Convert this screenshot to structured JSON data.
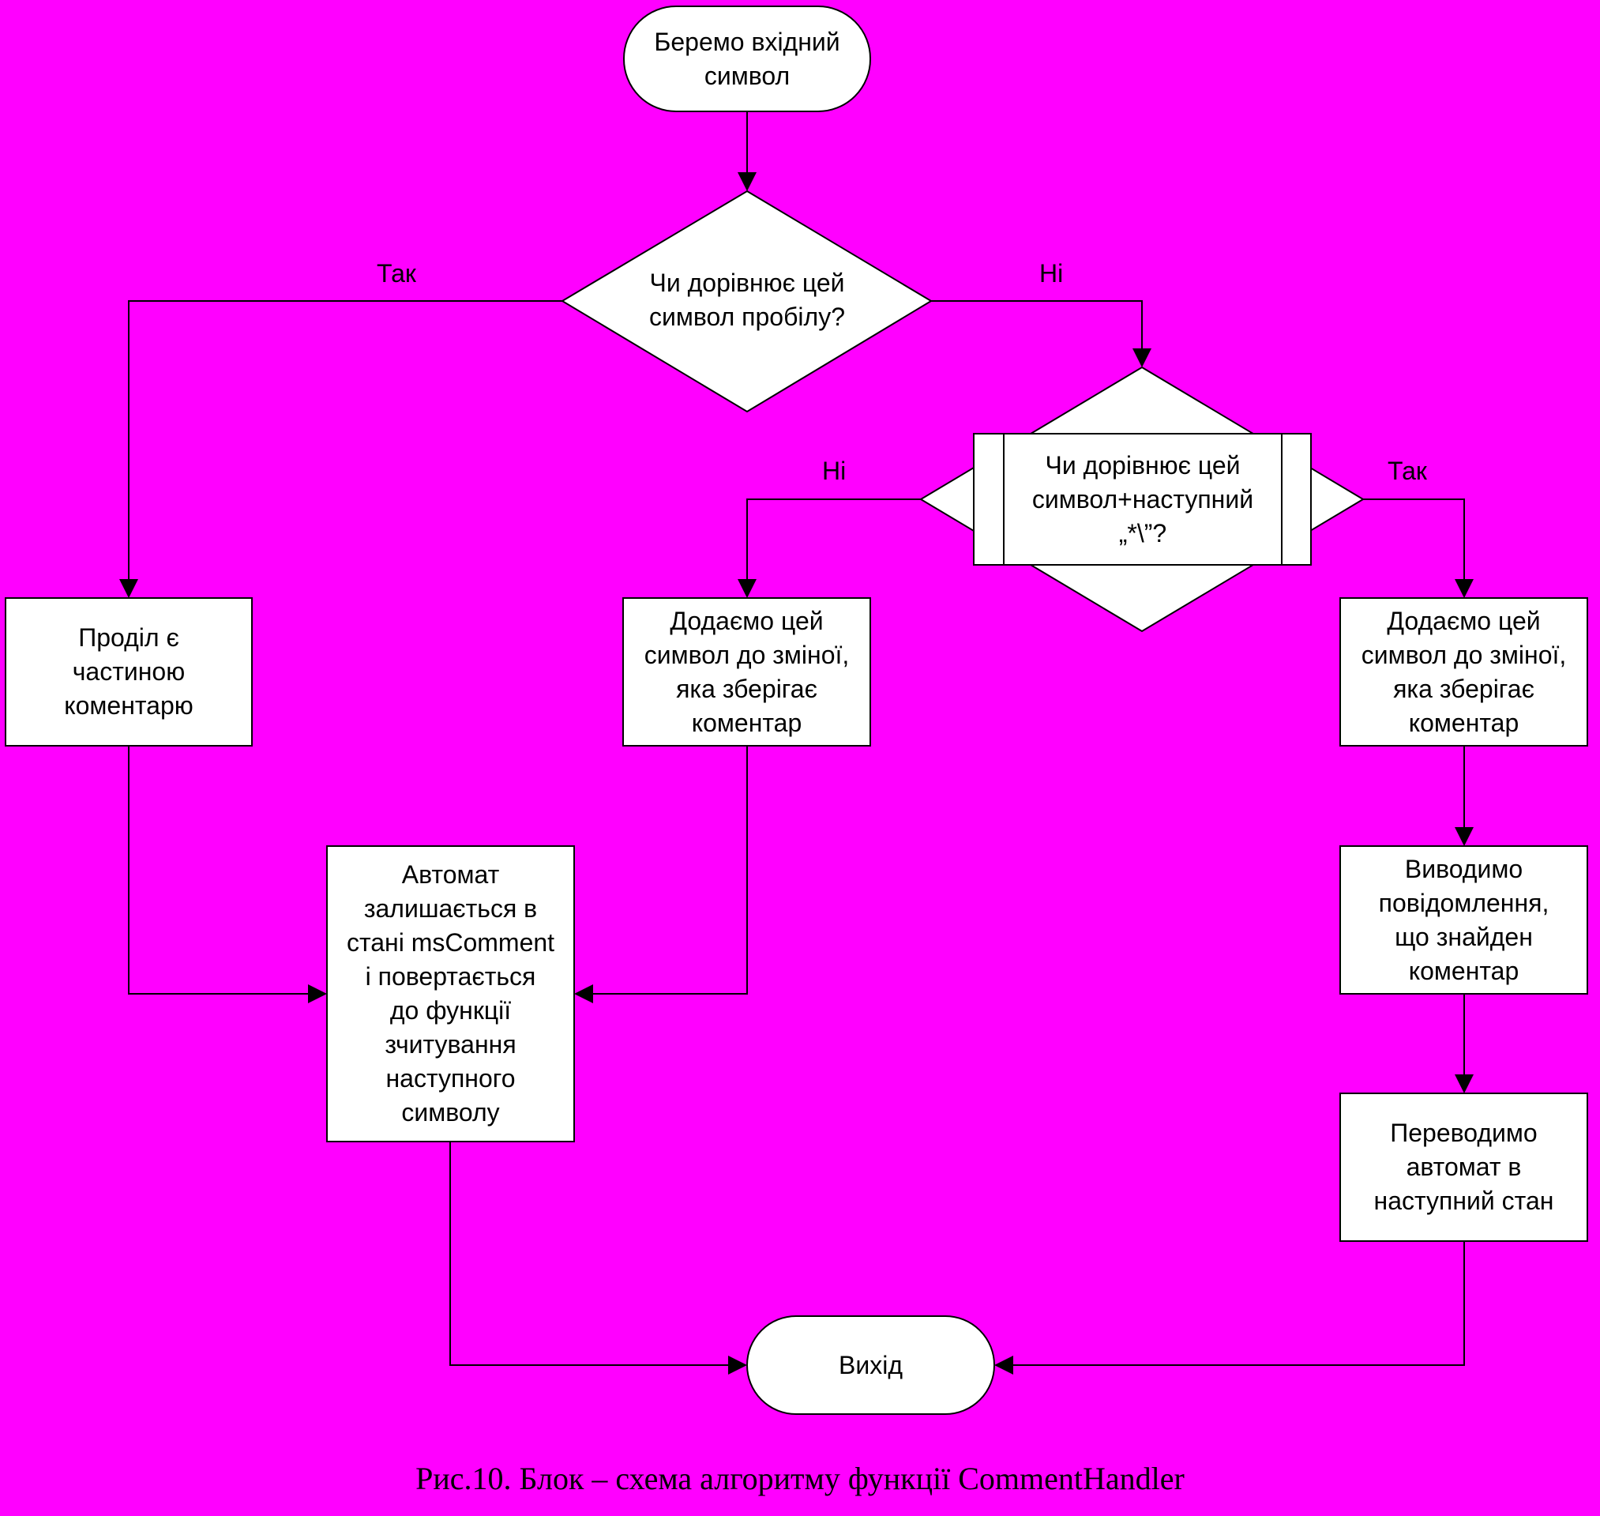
{
  "nodes": {
    "start": "Беремо вхідний\nсимвол",
    "decision_space": "Чи дорівнює цей\nсимвол пробілу?",
    "decision_comment_end": "Чи дорівнює цей\nсимвол+наступний\n„*\\”?",
    "space_is_comment": "Проділ є\nчастиною\nкоментарю",
    "add_symbol_left": "Додаємо цей\nсимвол до зміної,\nяка зберігає\nкоментар",
    "add_symbol_right": "Додаємо цей\nсимвол до зміної,\nяка зберігає\nкоментар",
    "output_message": "Виводимо\nповідомлення,\nщо знайден\nкоментар",
    "stay_in_state": "Автомат\nзалишається в\nстані msComment\nі повертається\nдо функції\nзчитування\nнаступного\nсимволу",
    "next_state": "Переводимо\nавтомат в\nнаступний стан",
    "exit": "Вихід"
  },
  "edge_labels": {
    "space_yes": "Так",
    "space_no": "Ні",
    "comment_no": "Ні",
    "comment_yes": "Так"
  },
  "caption": "Рис.10.  Блок – схема алгоритму функції CommentHandler"
}
